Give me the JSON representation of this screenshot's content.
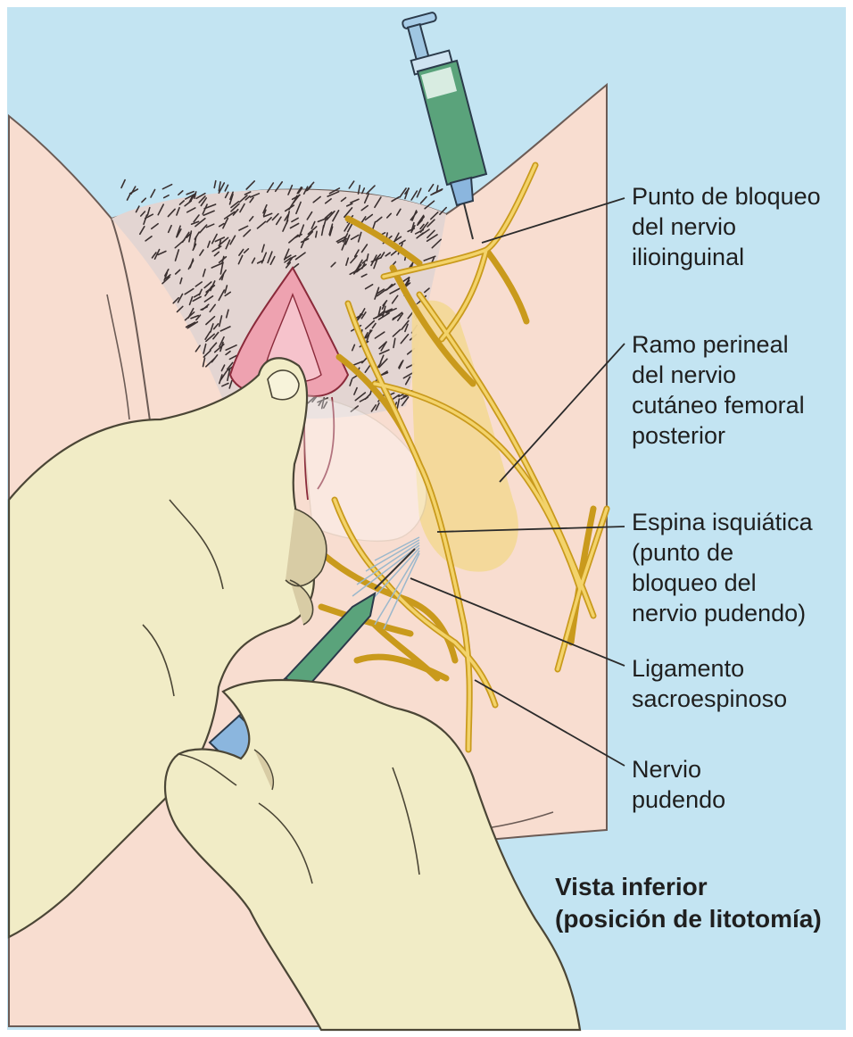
{
  "colors": {
    "background": "#c3e4f2",
    "skin": "#f8ddd0",
    "glove": "#f1ecc6",
    "nerve": "#e9bd37",
    "ligament": "#f3d898",
    "syringe_fluid": "#5aa37b",
    "syringe_hub": "#8bb6de",
    "labia": "#eea2b0",
    "leader_line": "#2b2b2b"
  },
  "labels": [
    {
      "id": "ilioinguinal",
      "lines": [
        "Punto de bloqueo",
        "del nervio",
        "ilioinguinal"
      ]
    },
    {
      "id": "femoral",
      "lines": [
        "Ramo perineal",
        "del nervio",
        "cutáneo femoral",
        "posterior"
      ]
    },
    {
      "id": "ischial",
      "lines": [
        "Espina isquiática",
        "(punto de",
        "bloqueo del",
        "nervio pudendo)"
      ]
    },
    {
      "id": "ligament",
      "lines": [
        "Ligamento",
        "sacroespinoso"
      ]
    },
    {
      "id": "pudendal",
      "lines": [
        "Nervio",
        "pudendo"
      ]
    }
  ],
  "view_title": {
    "lines": [
      "Vista inferior",
      "(posición de litotomía)"
    ]
  }
}
